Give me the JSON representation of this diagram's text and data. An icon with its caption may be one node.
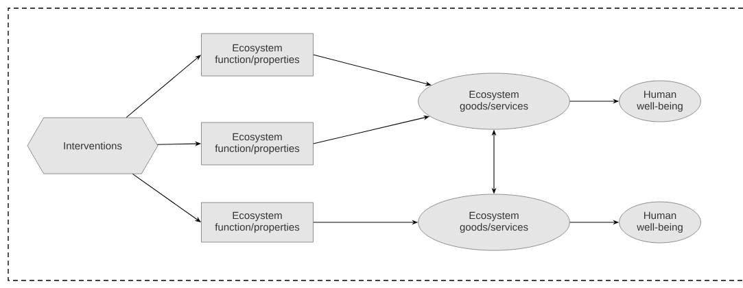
{
  "diagram": {
    "nodes": [
      {
        "text": [
          "Interventions"
        ]
      },
      {
        "text": [
          "Ecosystem function/properties"
        ]
      },
      {
        "text": [
          "Ecosystem function/properties"
        ]
      },
      {
        "text": [
          "Ecosystem function/properties"
        ]
      },
      {
        "text": [
          "Ecosystem goods/services"
        ]
      },
      {
        "text": [
          "Ecosystem goods/services"
        ]
      },
      {
        "text": [
          "Human well-being"
        ]
      },
      {
        "text": [
          "Human well-being"
        ]
      }
    ],
    "edges": [
      {
        "from": 0,
        "to": 1,
        "arrow": "to"
      },
      {
        "from": 0,
        "to": 2,
        "arrow": "to"
      },
      {
        "from": 0,
        "to": 3,
        "arrow": "to"
      },
      {
        "from": 1,
        "to": 4,
        "arrow": "to"
      },
      {
        "from": 2,
        "to": 4,
        "arrow": "to"
      },
      {
        "from": 4,
        "to": 6,
        "arrow": "to"
      },
      {
        "from": 4,
        "to": 5,
        "arrow": "both"
      },
      {
        "from": 3,
        "to": 5,
        "arrow": "to"
      },
      {
        "from": 5,
        "to": 7,
        "arrow": "to"
      }
    ]
  }
}
